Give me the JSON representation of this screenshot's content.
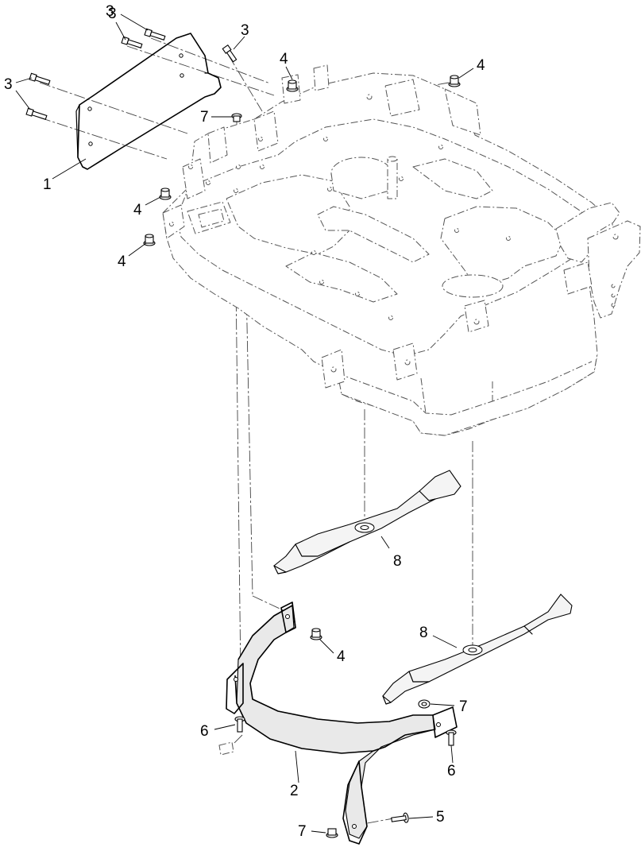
{
  "diagram": {
    "callouts": {
      "c1": "1",
      "c2": "2",
      "c3a": "3",
      "c3b": "3",
      "c3c": "3",
      "c3d": "3",
      "c4a": "4",
      "c4b": "4",
      "c4c": "4",
      "c4d": "4",
      "c4e": "4",
      "c5": "5",
      "c6a": "6",
      "c6b": "6",
      "c7a": "7",
      "c7b": "7",
      "c7c": "7",
      "c8a": "8",
      "c8b": "8"
    },
    "parts": [
      "deflector-plate",
      "blade-guard",
      "bolt",
      "flange-nut",
      "carriage-bolt",
      "screw",
      "nut",
      "mower-blade"
    ],
    "colors": {
      "line": "#000000",
      "phantom": "#555555",
      "shade": "#e9e9e9"
    }
  }
}
